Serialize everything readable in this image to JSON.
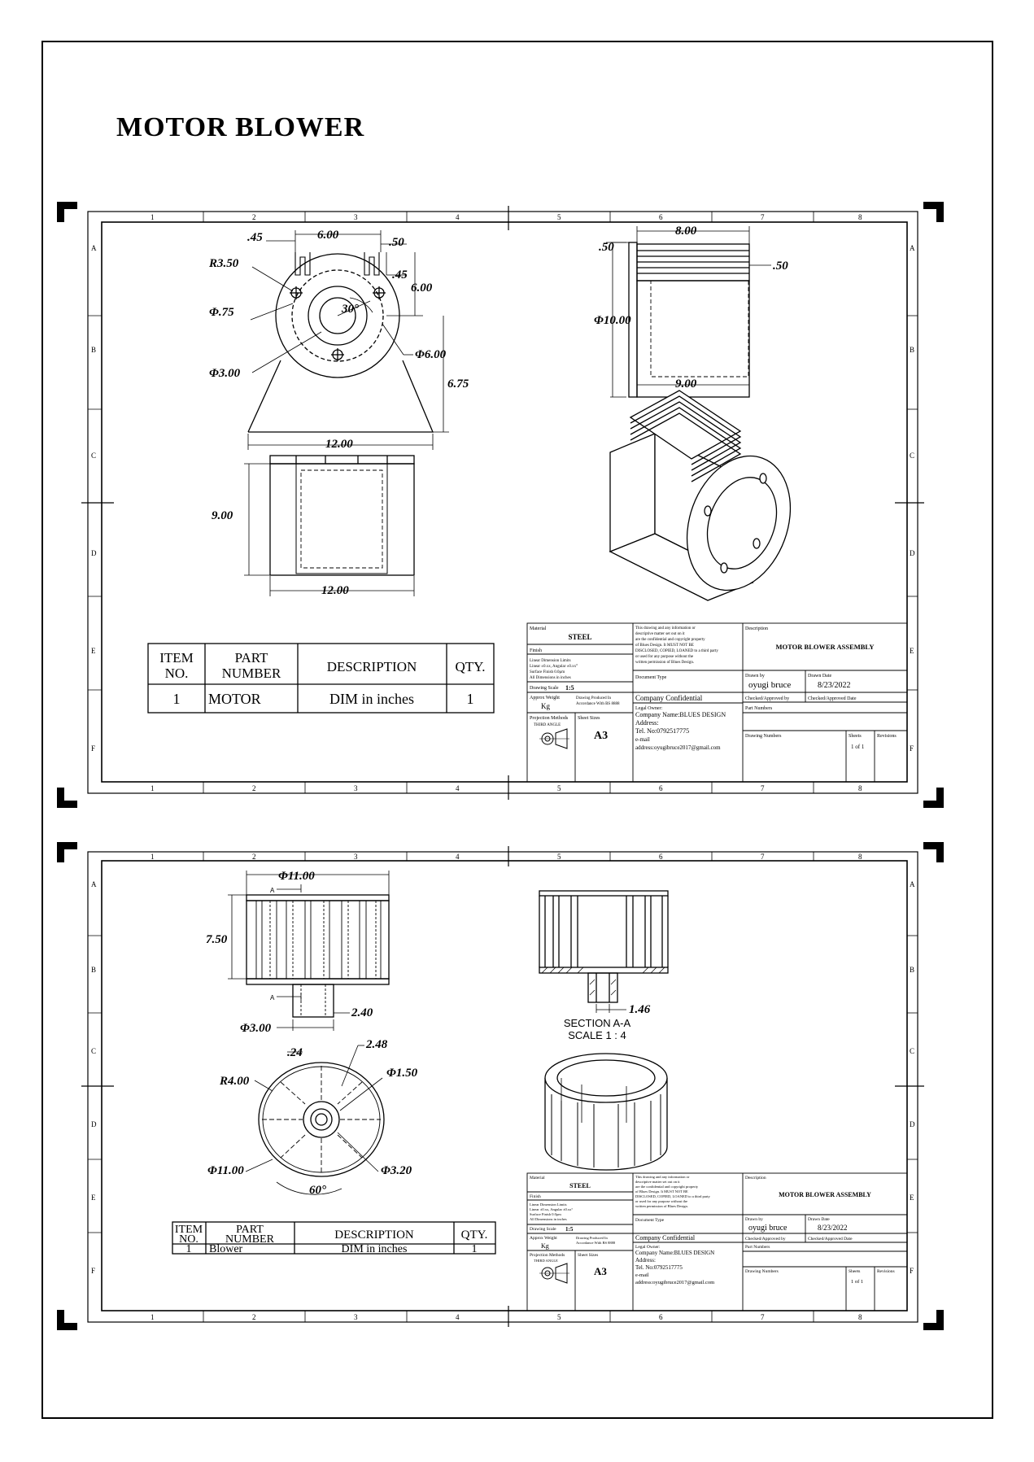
{
  "document": {
    "title": "MOTOR BLOWER"
  },
  "zones": {
    "columns": [
      "1",
      "2",
      "3",
      "4",
      "5",
      "6",
      "7",
      "8"
    ],
    "rows": [
      "A",
      "B",
      "C",
      "D",
      "E",
      "F"
    ]
  },
  "sheet1": {
    "dims": {
      "d045_top": ".45",
      "d600_top": "6.00",
      "d050_top": ".50",
      "r350": "R3.50",
      "d045_right": ".45",
      "d600_right": "6.00",
      "phi075": "Φ.75",
      "ang30": "30°",
      "phi300": "Φ3.00",
      "phi600": "Φ6.00",
      "d675": "6.75",
      "d1200_front": "12.00",
      "side_050_left": ".50",
      "side_800": "8.00",
      "side_050_right": ".50",
      "side_phi1000": "Φ10.00",
      "side_900": "9.00",
      "top_900": "9.00",
      "top_1200": "12.00"
    },
    "bom": {
      "headers": {
        "item_1": "ITEM",
        "item_2": "NO.",
        "part_1": "PART",
        "part_2": "NUMBER",
        "desc": "DESCRIPTION",
        "qty": "QTY."
      },
      "row": {
        "item": "1",
        "part": "MOTOR",
        "desc": "DIM in inches",
        "qty": "1"
      }
    },
    "title_block": {
      "material_label": "Material",
      "material": "STEEL",
      "finish_label": "Finish",
      "tolerance_1": "Linear Dimension Limits",
      "tolerance_2": "Linear ±0.xx, Angular ±0.xx°",
      "tolerance_3": "Surface Finish 0.0μm",
      "tolerance_4": "All Dimensions in inches",
      "scale_label": "Drawing Scale",
      "scale": "1:5",
      "weight_label": "Approx Weight",
      "weight": "Kg",
      "standard_label": "Drawing Produced In",
      "standard": "Accordance With BS 8888",
      "projection_label": "Projection Methods",
      "projection": "THIRD ANGLE",
      "sheet_size_label": "Sheet Sizes",
      "sheet_size": "A3",
      "notice_1": "This drawing and any information or",
      "notice_2": "descriptive matter set out on it",
      "notice_3": "are the confidential and copyright property",
      "notice_4": "of Blues Design. It MUST NOT BE",
      "notice_5": "DISCLOSED, COPIED, LOANED to a third party",
      "notice_6": "or used for any purpose without the",
      "notice_7": "written permission of Blues Design.",
      "doc_type_label": "Document Type",
      "confidential": "Company Confidential",
      "legal_owner_label": "Legal Owner:",
      "company": "Company Name:BLUES DESIGN",
      "address": "Address:",
      "tel": "Tel. No:0792517775",
      "email_label": "e-mail",
      "email": "address:oyugibruce2017@gmail.com",
      "description_label": "Description",
      "description": "MOTOR BLOWER ASSEMBLY",
      "drawn_by_label": "Drawn by",
      "drawn_by": "oyugi bruce",
      "date_label": "Drawn Date",
      "date": "8/23/2022",
      "checked_label": "Checked/Approved by",
      "checked_date_label": "Checked/Approved Date",
      "part_number_label": "Part Numbers",
      "drawing_number_label": "Drawing Numbers",
      "sheet_label": "Sheets",
      "sheet": "1 of 1",
      "revision_label": "Revisions"
    }
  },
  "sheet2": {
    "dims": {
      "phi1100_top": "Φ11.00",
      "section_a_top": "A",
      "section_a_bottom": "A",
      "d750": "7.50",
      "d240": "2.40",
      "phi300": "Φ3.00",
      "d146": "1.46",
      "section_title": "SECTION A-A",
      "section_scale": "SCALE 1 : 4",
      "d248": "2.48",
      "d24": ".24",
      "r400": "R4.00",
      "phi150": "Φ1.50",
      "phi1100_bottom": "Φ11.00",
      "ang60": "60°",
      "phi320": "Φ3.20"
    },
    "bom": {
      "headers": {
        "item_1": "ITEM",
        "item_2": "NO.",
        "part_1": "PART",
        "part_2": "NUMBER",
        "desc": "DESCRIPTION",
        "qty": "QTY."
      },
      "row": {
        "item": "1",
        "part": "Blower",
        "desc": "DIM in inches",
        "qty": "1"
      }
    },
    "title_block": {
      "material_label": "Material",
      "material": "STEEL",
      "finish_label": "Finish",
      "tolerance_1": "Linear Dimension Limits",
      "tolerance_2": "Linear ±0.xx, Angular ±0.xx°",
      "tolerance_3": "Surface Finish 0.0μm",
      "tolerance_4": "All Dimensions in inches",
      "scale_label": "Drawing Scale",
      "scale": "1:5",
      "weight_label": "Approx Weight",
      "weight": "Kg",
      "standard_label": "Drawing Produced In",
      "standard": "Accordance With BS 8888",
      "projection_label": "Projection Methods",
      "projection": "THIRD ANGLE",
      "sheet_size_label": "Sheet Sizes",
      "sheet_size": "A3",
      "notice_1": "This drawing and any information or",
      "notice_2": "descriptive matter set out on it",
      "notice_3": "are the confidential and copyright property",
      "notice_4": "of Blues Design. It MUST NOT BE",
      "notice_5": "DISCLOSED, COPIED, LOANED to a third party",
      "notice_6": "or used for any purpose without the",
      "notice_7": "written permission of Blues Design.",
      "doc_type_label": "Document Type",
      "confidential": "Company Confidential",
      "legal_owner_label": "Legal Owner:",
      "company": "Company Name:BLUES DESIGN",
      "address": "Address:",
      "tel": "Tel. No:0792517775",
      "email_label": "e-mail",
      "email": "address:oyugibruce2017@gmail.com",
      "description_label": "Description",
      "description": "MOTOR BLOWER ASSEMBLY",
      "drawn_by_label": "Drawn by",
      "drawn_by": "oyugi bruce",
      "date_label": "Drawn Date",
      "date": "8/23/2022",
      "checked_label": "Checked/Approved by",
      "checked_date_label": "Checked/Approved Date",
      "part_number_label": "Part Numbers",
      "drawing_number_label": "Drawing Numbers",
      "sheet_label": "Sheets",
      "sheet": "1 of 1",
      "revision_label": "Revisions"
    }
  }
}
